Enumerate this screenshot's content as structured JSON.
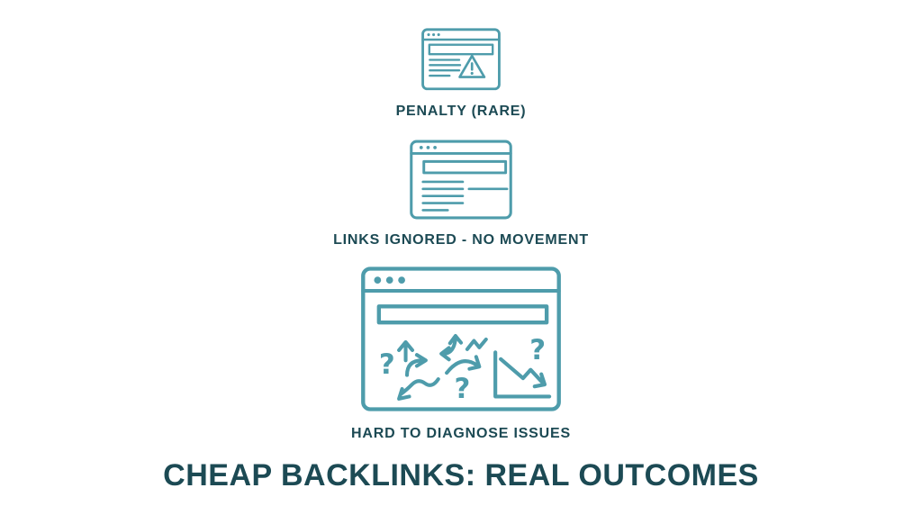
{
  "theme": {
    "background": "#ffffff",
    "icon_color": "#4E9CAB",
    "text_color": "#1C4A54"
  },
  "slide": {
    "title": "CHEAP BACKLINKS: REAL OUTCOMES"
  },
  "outcomes": [
    {
      "id": "penalty",
      "icon": "browser-warning-icon",
      "label": "PENALTY (RARE)"
    },
    {
      "id": "links-ignored",
      "icon": "browser-webpage-icon",
      "label": "LINKS IGNORED - NO MOVEMENT"
    },
    {
      "id": "hard-to-diagnose",
      "icon": "browser-confusion-icon",
      "label": "HARD TO DIAGNOSE ISSUES"
    }
  ]
}
